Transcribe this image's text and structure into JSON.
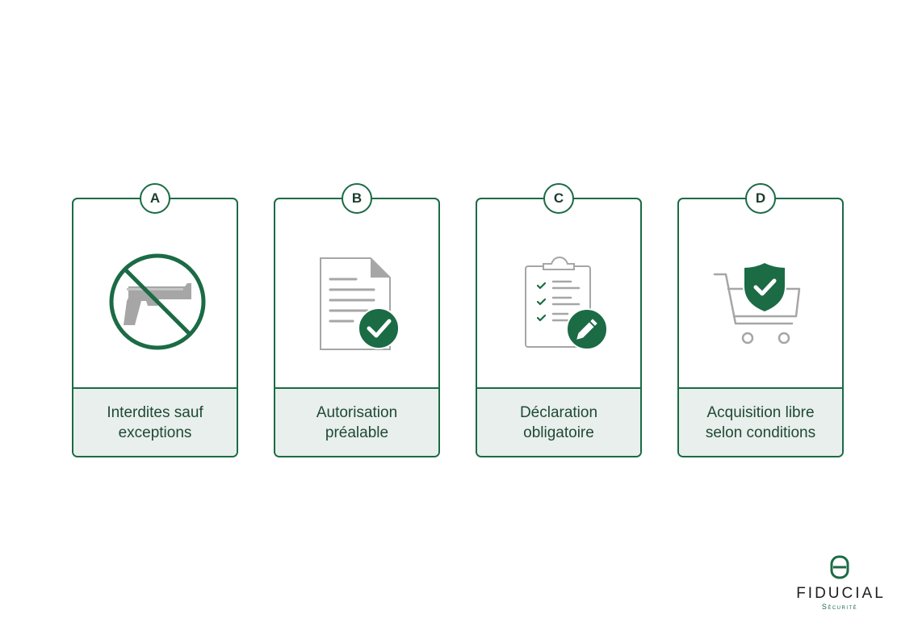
{
  "brand": {
    "primary": "#1b6b45",
    "caption_bg": "#e8efec",
    "icon_gray": "#a6a6a6"
  },
  "cards": [
    {
      "letter": "A",
      "label": "Interdites sauf exceptions",
      "icon": "no-gun-icon"
    },
    {
      "letter": "B",
      "label": "Autorisation préalable",
      "icon": "approved-document-icon"
    },
    {
      "letter": "C",
      "label": "Déclaration obligatoire",
      "icon": "clipboard-pencil-icon"
    },
    {
      "letter": "D",
      "label": "Acquisition libre selon conditions",
      "icon": "cart-shield-icon"
    }
  ],
  "logo": {
    "name": "FIDUCIAL",
    "sub": "Sécurité"
  }
}
